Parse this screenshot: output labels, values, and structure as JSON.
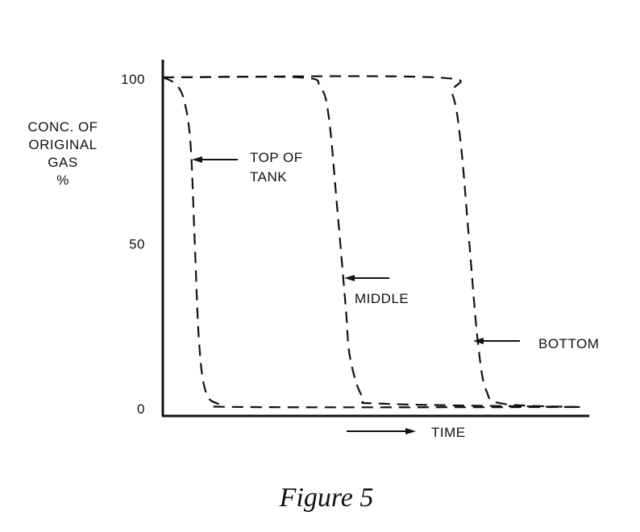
{
  "chart_data": {
    "type": "line",
    "title": "",
    "caption": "Figure 5",
    "xlabel": "TIME",
    "ylabel_lines": [
      "CONC. OF",
      "ORIGINAL",
      "GAS",
      "%"
    ],
    "ylim": [
      0,
      100
    ],
    "xlim": [
      0,
      100
    ],
    "yticks": [
      100,
      50,
      0
    ],
    "ytick_labels": [
      "100",
      "50",
      "0"
    ],
    "grid": false,
    "line_style": "dashed",
    "series": [
      {
        "name": "TOP OF TANK",
        "label_lines": [
          "TOP OF",
          "TANK"
        ],
        "x": [
          0,
          3,
          5,
          6.5,
          7.5,
          8.5,
          10,
          13,
          20,
          98
        ],
        "y": [
          100,
          98,
          93,
          80,
          50,
          20,
          5,
          1,
          0,
          0
        ]
      },
      {
        "name": "MIDDLE",
        "label_lines": [
          "MIDDLE"
        ],
        "x": [
          0,
          32,
          37,
          39,
          41,
          43,
          44,
          47,
          52,
          98
        ],
        "y": [
          100,
          100,
          97,
          88,
          60,
          30,
          15,
          3,
          1,
          0
        ]
      },
      {
        "name": "BOTTOM",
        "label_lines": [
          "BOTTOM"
        ],
        "x": [
          0,
          64,
          68,
          70,
          72,
          74,
          76,
          80,
          98
        ],
        "y": [
          100,
          100,
          95,
          80,
          50,
          20,
          5,
          1,
          0
        ]
      }
    ]
  }
}
